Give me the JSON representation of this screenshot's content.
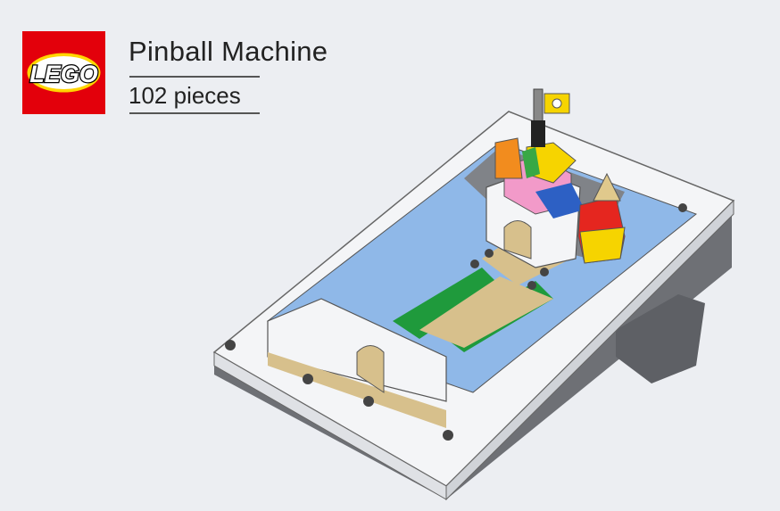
{
  "logo": {
    "text": "LEGO",
    "colors": {
      "red": "#e3000b",
      "yellow": "#ffd500"
    }
  },
  "set": {
    "name": "Pinball Machine",
    "pieces": "102 pieces"
  },
  "colors": {
    "background": "#eceef2",
    "frame": "#f4f5f7",
    "playfield": "#8fb8e8",
    "green": "#1f9a3c",
    "tan": "#d7c08c",
    "base": "#7a7c80"
  }
}
